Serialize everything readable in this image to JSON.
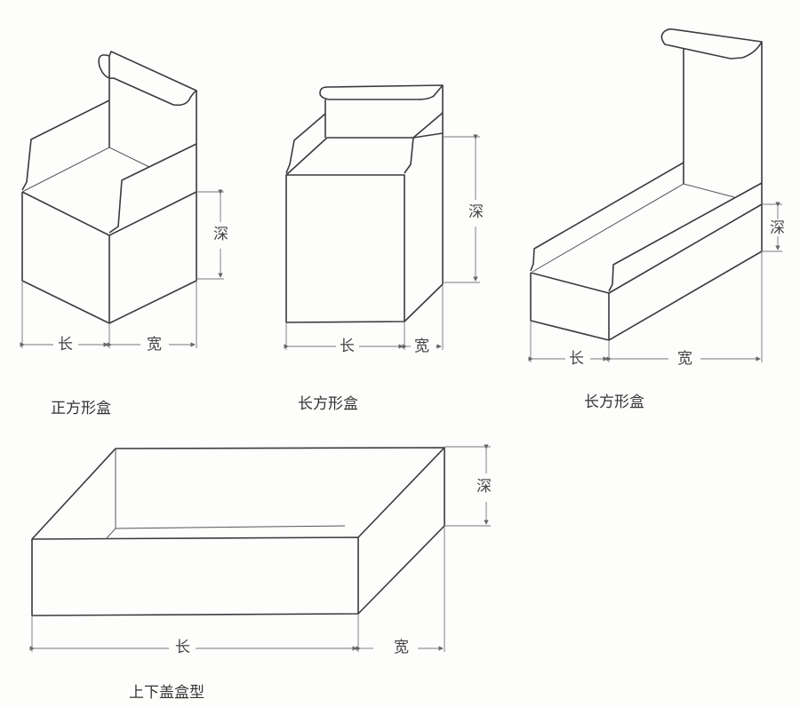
{
  "diagrams": [
    {
      "id": "square-box",
      "caption": "正方形盒",
      "labels": {
        "length": "长",
        "width": "宽",
        "depth": "深"
      }
    },
    {
      "id": "rect-box-tall",
      "caption": "长方形盒",
      "labels": {
        "length": "长",
        "width": "宽",
        "depth": "深"
      }
    },
    {
      "id": "rect-box-long",
      "caption": "长方形盒",
      "labels": {
        "length": "长",
        "width": "宽",
        "depth": "深"
      }
    },
    {
      "id": "lid-base-box",
      "caption": "上下盖盒型",
      "labels": {
        "length": "长",
        "width": "宽",
        "depth": "深"
      }
    }
  ],
  "colors": {
    "line": "#3a3a40",
    "background": "#fdfdfb",
    "text": "#333333"
  }
}
